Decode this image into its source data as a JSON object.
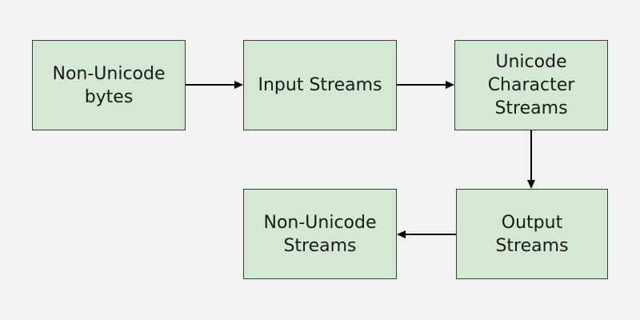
{
  "diagram": {
    "background_color": "#f2f2f2",
    "node_fill_color": "#d5e8d4",
    "node_border_color": "#3a3a3a",
    "arrow_color": "#000000",
    "nodes": [
      {
        "id": "n1",
        "label": "Non-Unicode\nbytes"
      },
      {
        "id": "n2",
        "label": "Input Streams"
      },
      {
        "id": "n3",
        "label": "Unicode\nCharacter\nStreams"
      },
      {
        "id": "n4",
        "label": "Non-Unicode\nStreams"
      },
      {
        "id": "n5",
        "label": "Output\nStreams"
      }
    ],
    "edges": [
      {
        "from": "n1",
        "to": "n2"
      },
      {
        "from": "n2",
        "to": "n3"
      },
      {
        "from": "n3",
        "to": "n5"
      },
      {
        "from": "n5",
        "to": "n4"
      }
    ]
  }
}
